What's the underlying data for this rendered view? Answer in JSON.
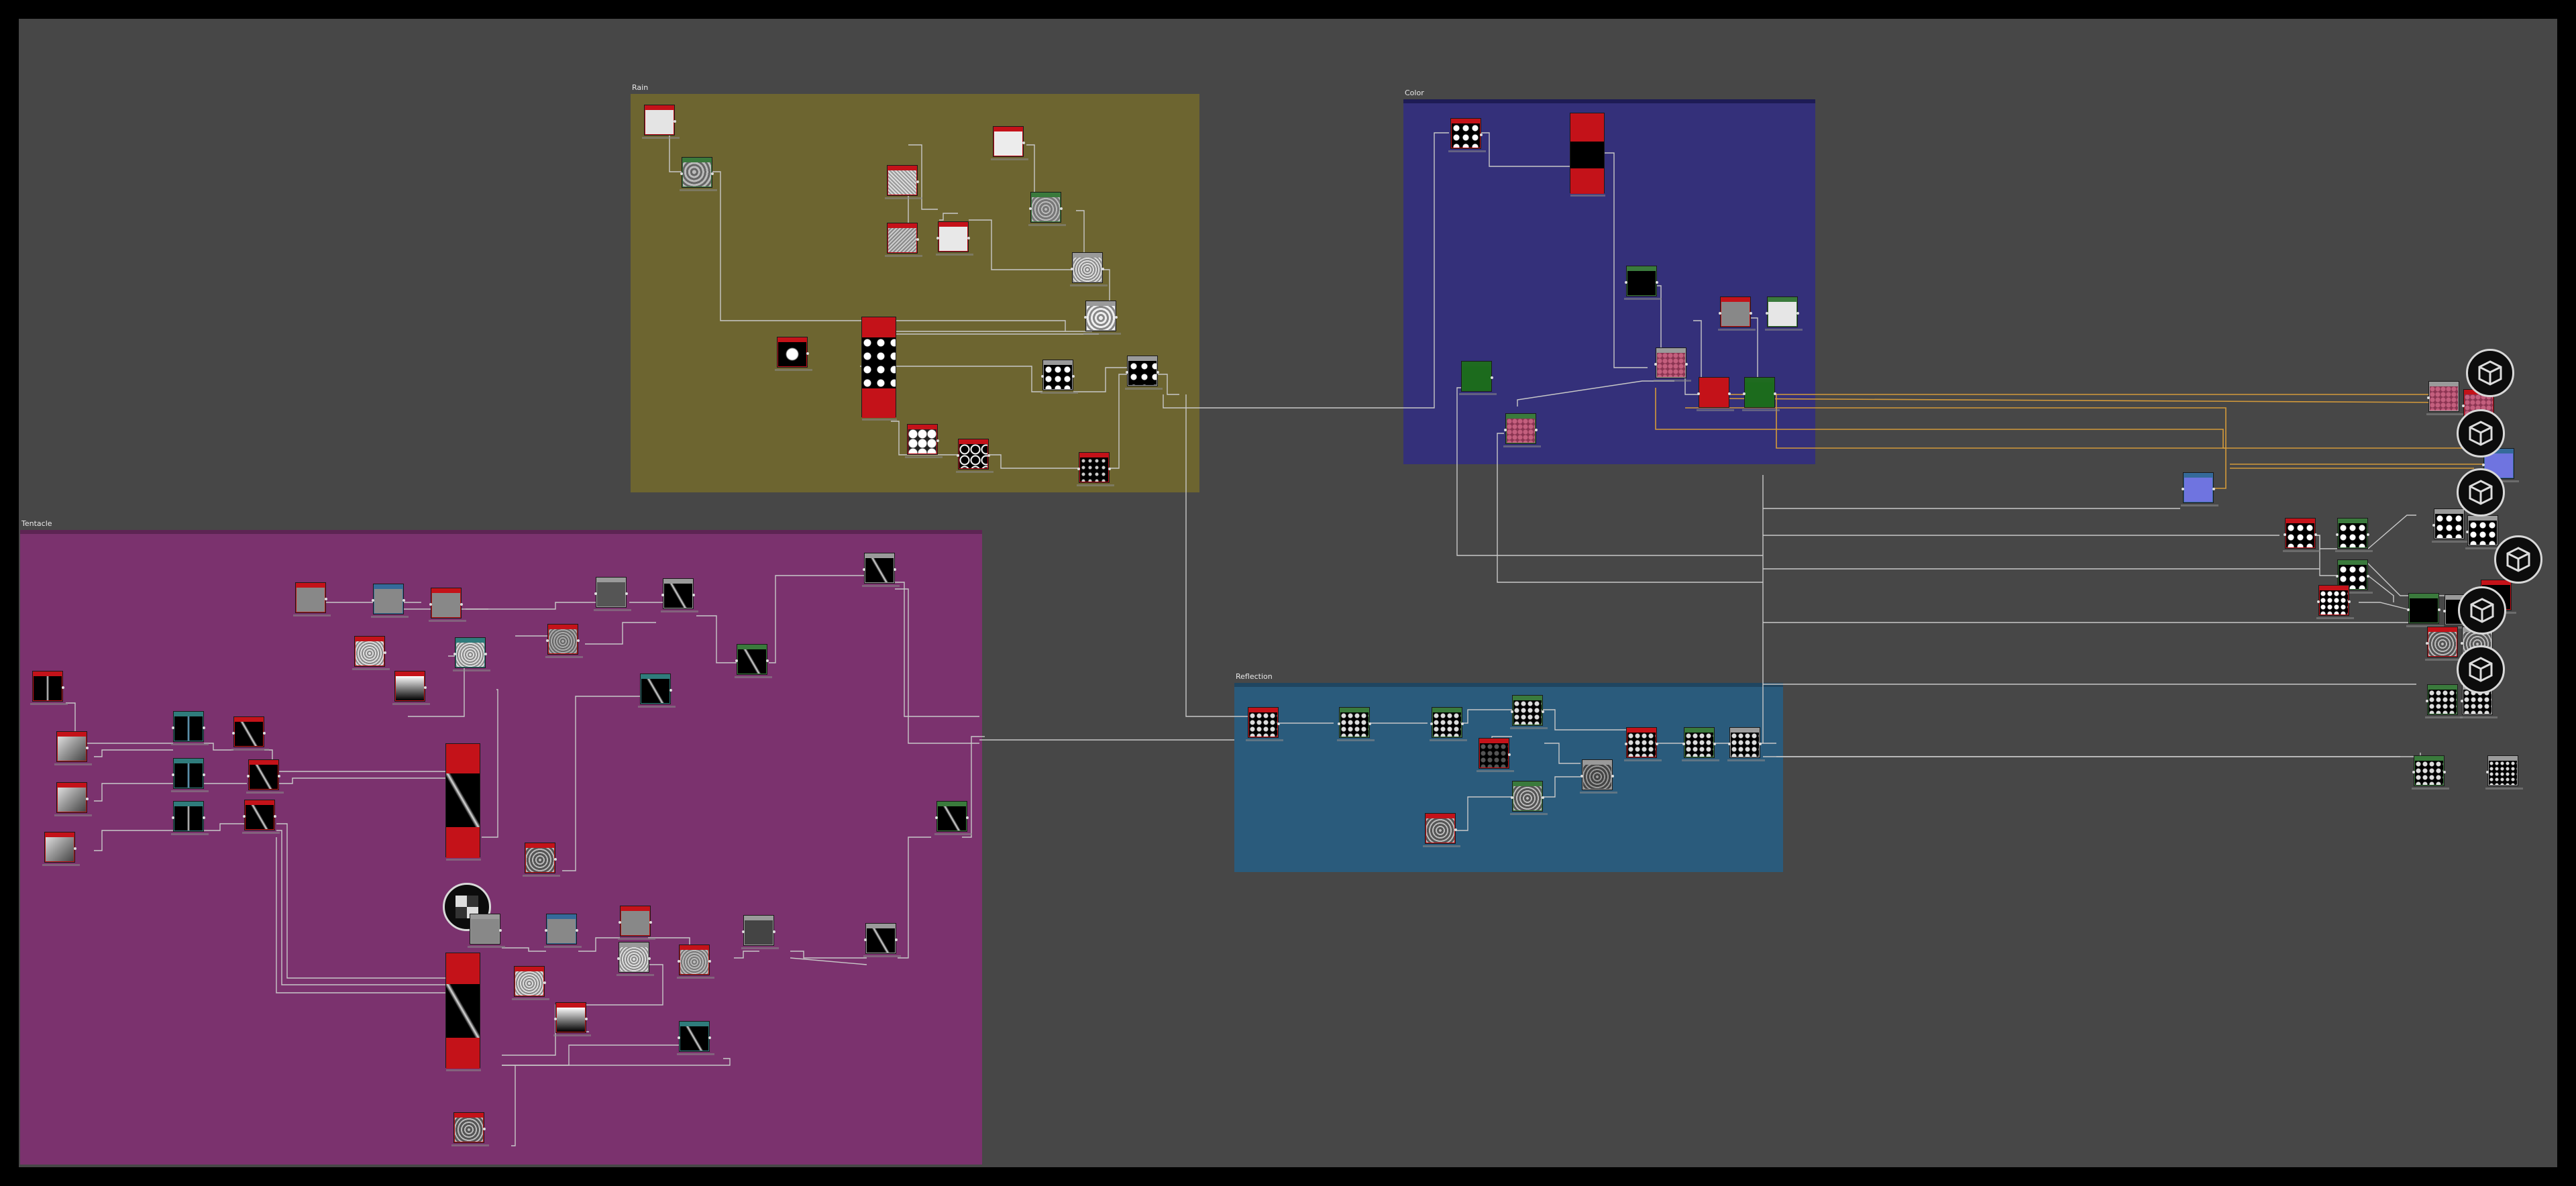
{
  "frames": [
    {
      "id": "rain",
      "title": "Rain",
      "color": "#6d6530"
    },
    {
      "id": "color",
      "title": "Color",
      "color": "#34307a"
    },
    {
      "id": "tentacle",
      "title": "Tentacle",
      "color": "#7b326e"
    },
    {
      "id": "reflection",
      "title": "Reflection",
      "color": "#2a5b7c"
    }
  ],
  "colors": {
    "workspace": "#474747",
    "border": "#000000",
    "wire": "#c8c8c8",
    "wire_orange": "#d49a3a",
    "header_red": "#c41219",
    "header_green": "#3a7a3c",
    "header_blue": "#356a9a",
    "header_teal": "#2f7c7c",
    "header_gray": "#9a9a9a"
  },
  "output_icons": [
    "cube-icon",
    "cube-icon",
    "cube-icon",
    "cube-icon",
    "cube-icon",
    "cube-icon"
  ],
  "preview_icon": "checkerboard-icon"
}
